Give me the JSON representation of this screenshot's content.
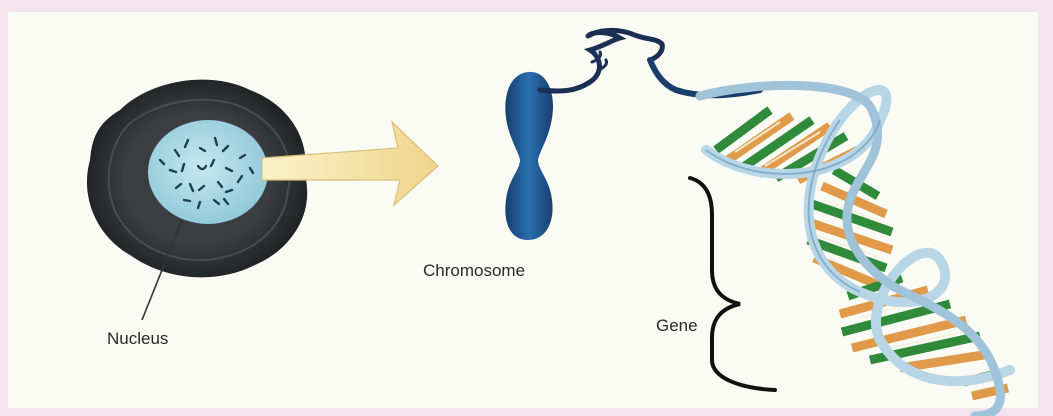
{
  "labels": {
    "nucleus": "Nucleus",
    "chromosome": "Chromosome",
    "gene": "Gene"
  },
  "colors": {
    "background_border": "#f3e4ee",
    "panel": "#fbfbf6",
    "cell_membrane": "#262a2c",
    "nucleus_fill": "#a9d9e6",
    "chromosome": "#1f5a96",
    "arrow_fill": "#f6e1a6",
    "helix_backbone": "#b9d6e6",
    "base_green": "#2f8a3a",
    "base_orange": "#e09a4a"
  },
  "icons": {
    "cell": "cell-icon",
    "arrow": "arrow-right-icon",
    "chromosome": "chromosome-icon",
    "brace": "curly-brace-icon",
    "dna": "dna-double-helix-icon"
  }
}
